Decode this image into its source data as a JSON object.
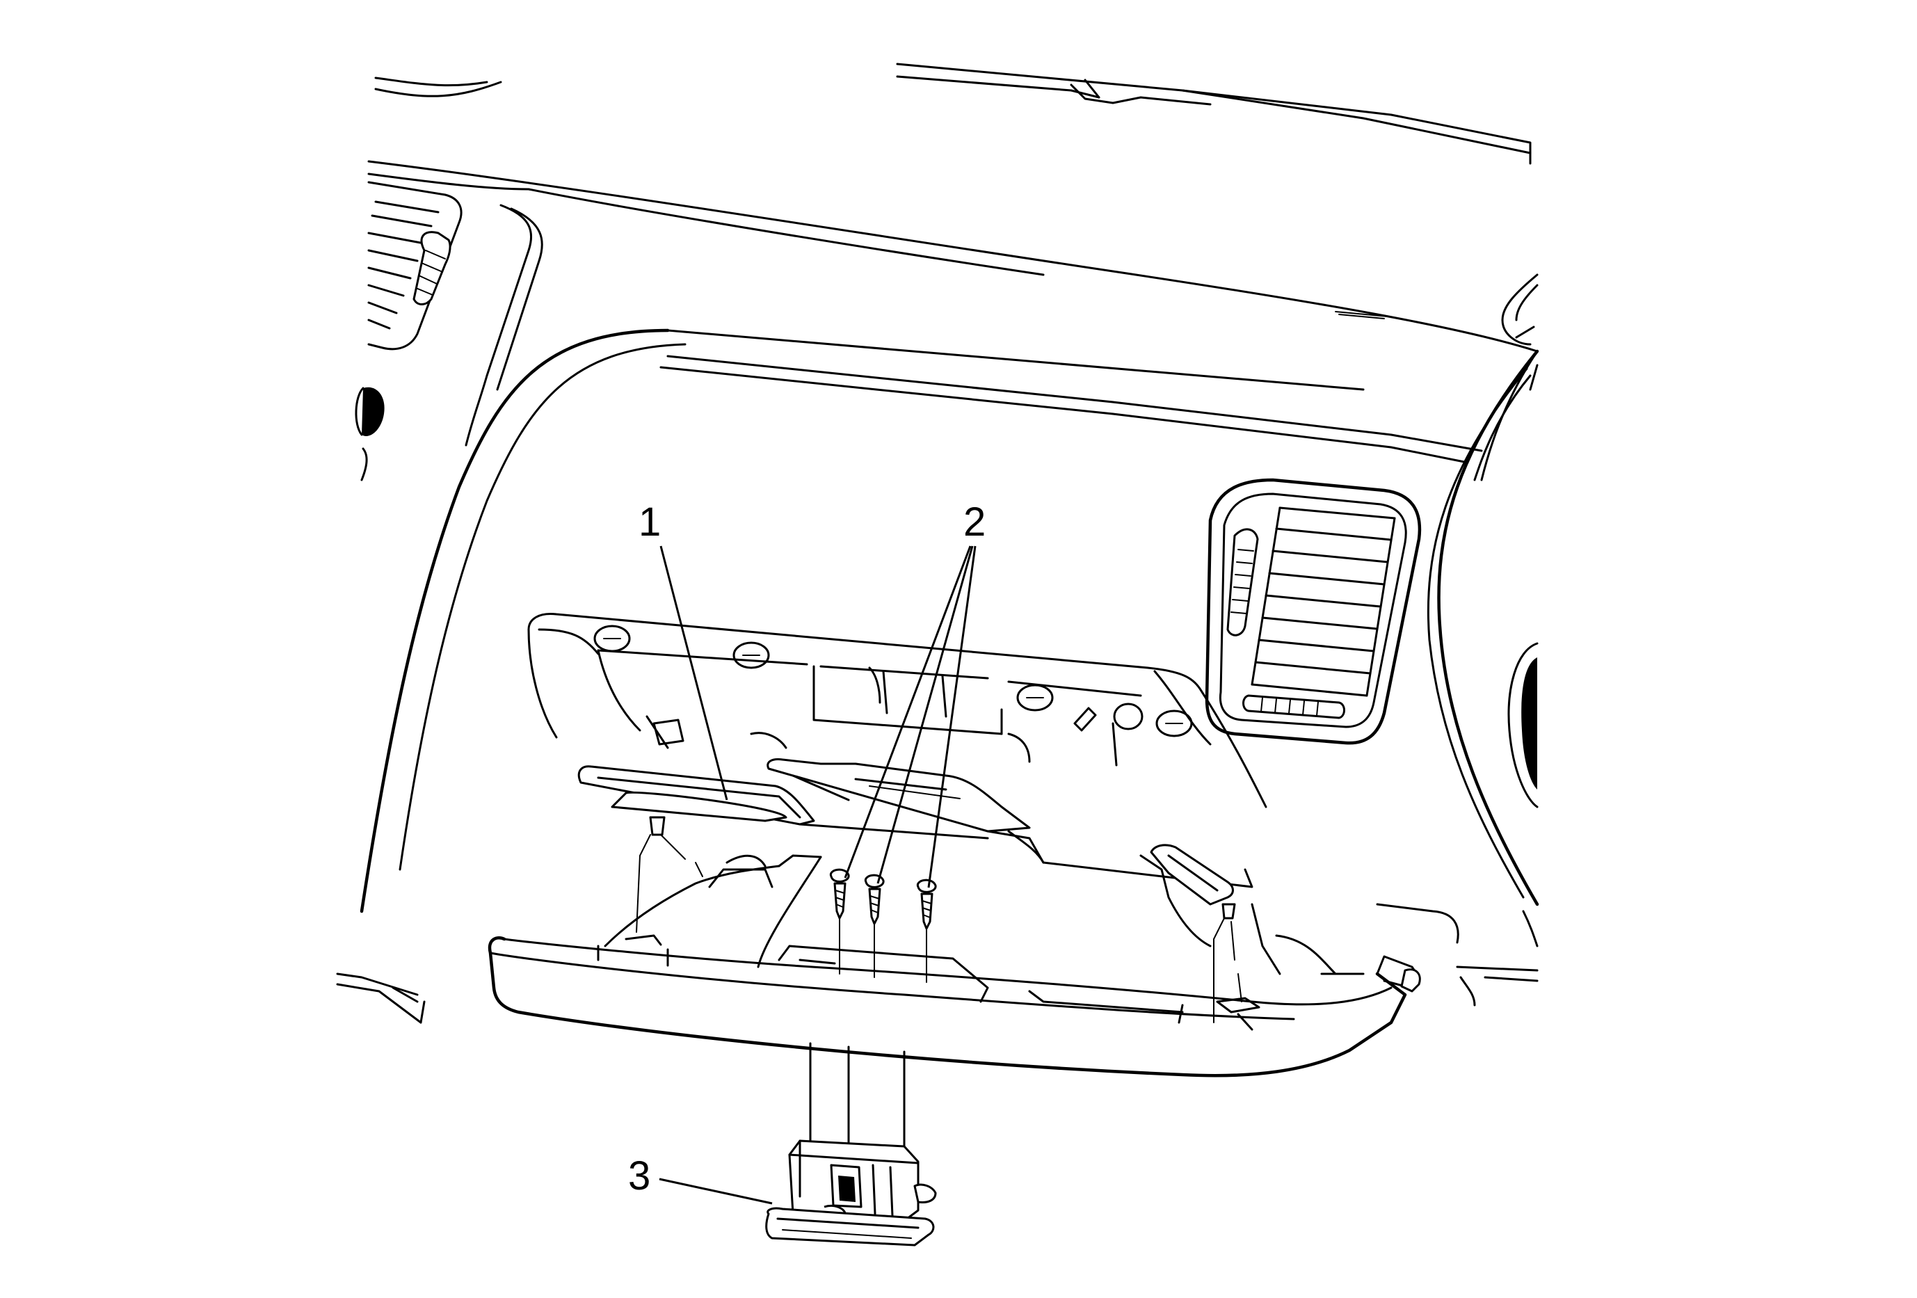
{
  "callouts": {
    "c1": "1",
    "c2": "2",
    "c3": "3"
  },
  "parts": {
    "instrument_panel": "instrument-panel",
    "glove_box_opening": "glove-box-opening",
    "glove_box_door_frame": "glove-box-door",
    "fasteners": "screws",
    "latch": "glove-box-latch"
  }
}
